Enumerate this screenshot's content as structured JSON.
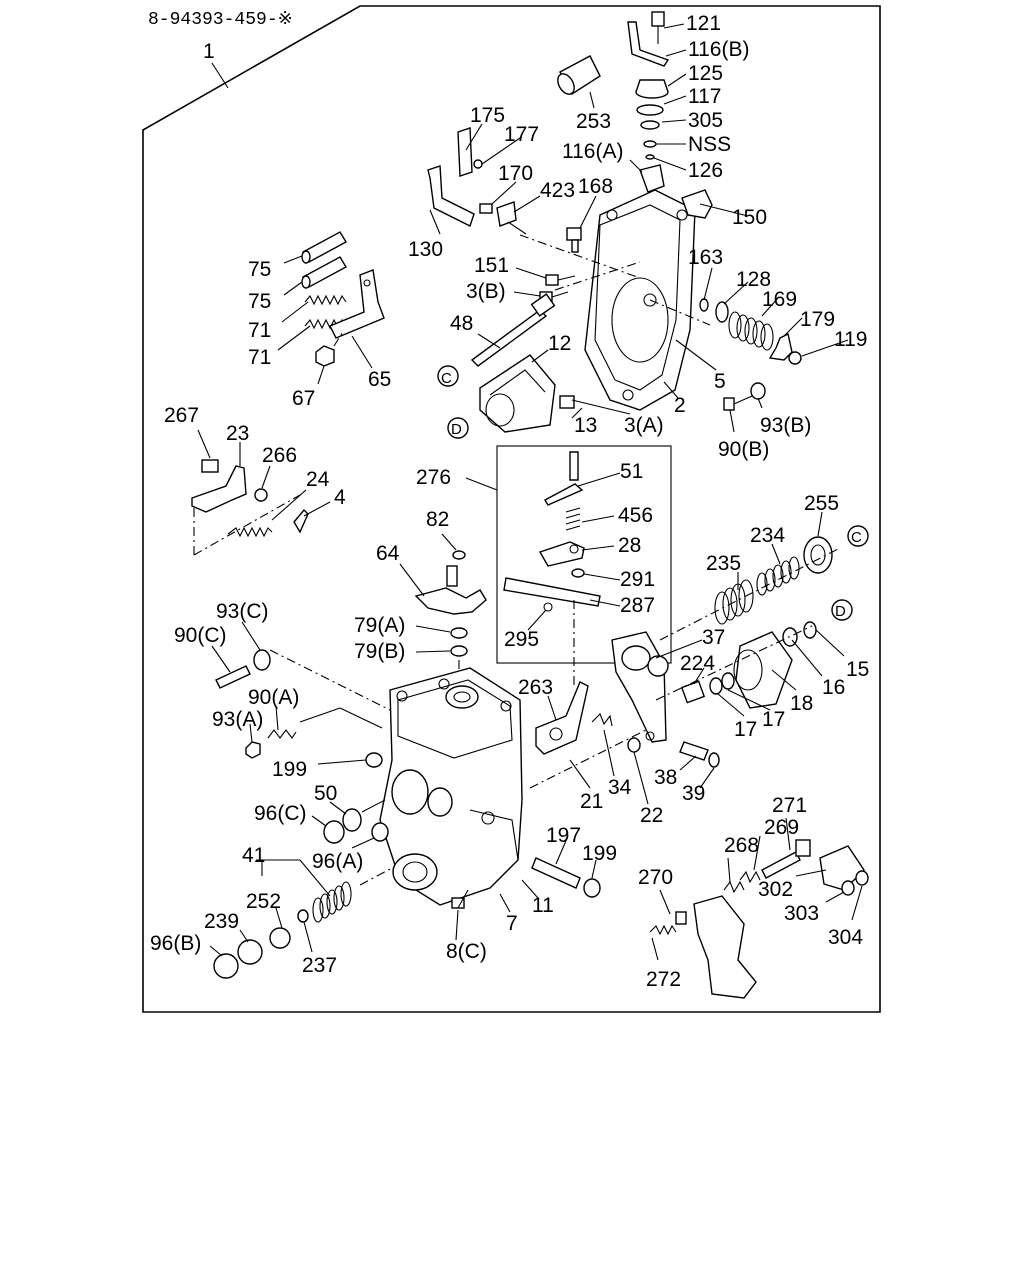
{
  "drawing_number": "8-94393-459-※",
  "assembly_label": "1",
  "callouts": {
    "c121": "121",
    "c116b": "116(B)",
    "c125": "125",
    "c117": "117",
    "c305": "305",
    "cnss": "NSS",
    "c116a": "116(A)",
    "c126": "126",
    "c253": "253",
    "c175": "175",
    "c177": "177",
    "c170": "170",
    "c423": "423",
    "c168": "168",
    "c150": "150",
    "c130": "130",
    "c151": "151",
    "c3b": "3(B)",
    "c163": "163",
    "c128": "128",
    "c169": "169",
    "c179": "179",
    "c119": "119",
    "c75a": "75",
    "c75b": "75",
    "c71a": "71",
    "c71b": "71",
    "c48": "48",
    "c12": "12",
    "c65": "65",
    "c67": "67",
    "c5": "5",
    "c2": "2",
    "c13": "13",
    "c3a": "3(A)",
    "c93b": "93(B)",
    "c90b": "90(B)",
    "c267": "267",
    "c23": "23",
    "c266": "266",
    "c24": "24",
    "c4": "4",
    "c276": "276",
    "c51": "51",
    "c456": "456",
    "c28": "28",
    "c291": "291",
    "c287": "287",
    "c295": "295",
    "c82": "82",
    "c64": "64",
    "c79a": "79(A)",
    "c79b": "79(B)",
    "c93c": "93(C)",
    "c90c": "90(C)",
    "c90a": "90(A)",
    "c93a": "93(A)",
    "c255": "255",
    "c234": "234",
    "c235": "235",
    "c37": "37",
    "c224": "224",
    "c15": "15",
    "c16": "16",
    "c17a": "17",
    "c17b": "17",
    "c18": "18",
    "c263": "263",
    "c199a": "199",
    "c50": "50",
    "c96c": "96(C)",
    "c96a": "96(A)",
    "c34": "34",
    "c38": "38",
    "c39": "39",
    "c21": "21",
    "c22": "22",
    "c197": "197",
    "c199b": "199",
    "c41": "41",
    "c252": "252",
    "c239": "239",
    "c96b": "96(B)",
    "c237": "237",
    "c8c": "8(C)",
    "c7": "7",
    "c11": "11",
    "c271": "271",
    "c269": "269",
    "c268": "268",
    "c270": "270",
    "c302": "302",
    "c303": "303",
    "c304": "304",
    "c272": "272"
  },
  "connectors": {
    "c_label": "C",
    "d_label": "D"
  }
}
